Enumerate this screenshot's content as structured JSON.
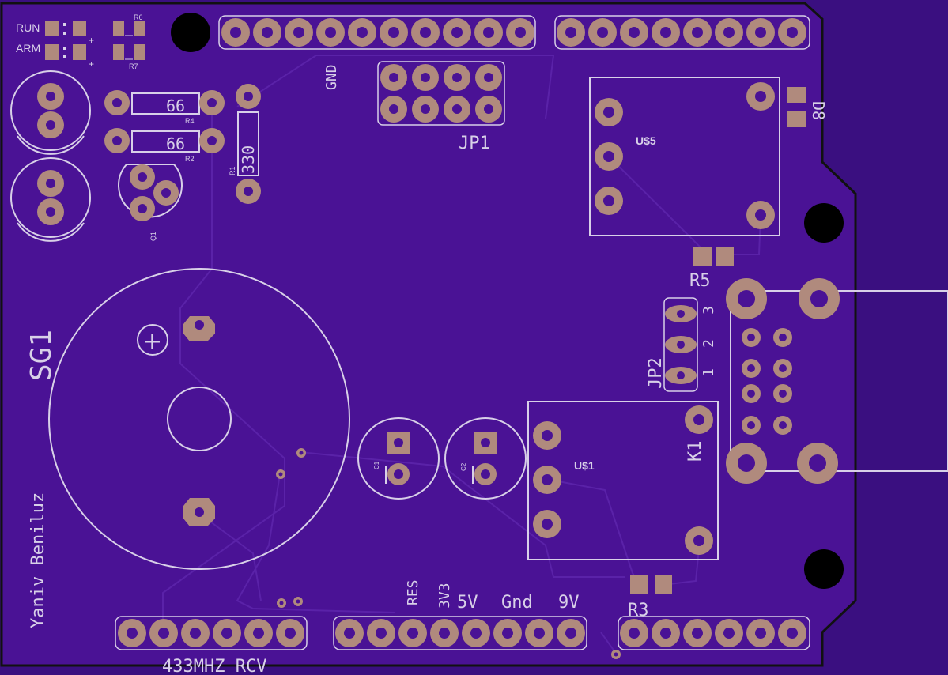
{
  "colors": {
    "board": "#4a1295",
    "outline": "#111111",
    "trace": "#5a22a8",
    "pad": "#b08a7d",
    "silk": "#d8d0e8",
    "hole": "#000000"
  },
  "labels": {
    "run": "RUN",
    "arm": "ARM",
    "r6": "R6",
    "r7": "R7",
    "plus_run": "+",
    "plus_arm": "+",
    "gnd": "GND",
    "jp1": "JP1",
    "u5": "U$5",
    "d8": "D8",
    "r5": "R5",
    "r4_value": "66",
    "r4": "R4",
    "r2_value": "66",
    "r2": "R2",
    "r1_value": "330",
    "r1": "R1",
    "q1": "Q1",
    "sg1": "SG1",
    "author": "Yaniv Beniluz",
    "jp2": "JP2",
    "jp2_pin1": "1",
    "jp2_pin2": "2",
    "jp2_pin3": "3",
    "k1": "K1",
    "u1": "U$1",
    "c1": "C1",
    "c2": "C2",
    "r3": "R3",
    "res": "RES",
    "v3v3": "3V3",
    "v5": "5V",
    "gnd2": "Gnd",
    "v9": "9V",
    "rcv": "433MHZ_RCV",
    "buzzer_plus": "+"
  }
}
